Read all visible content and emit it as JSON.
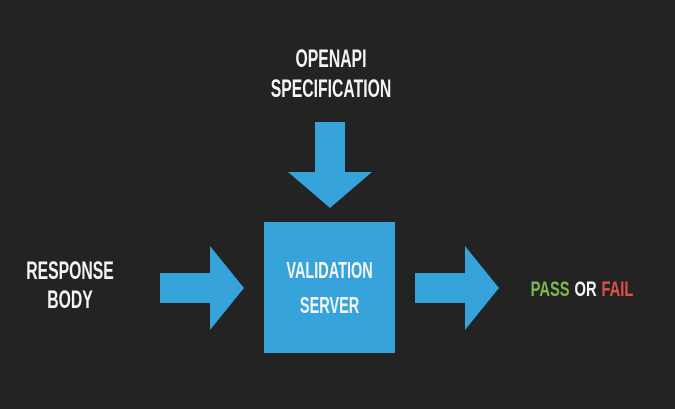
{
  "diagram": {
    "openapi_spec": {
      "line1": "OPENAPI",
      "line2": "SPECIFICATION"
    },
    "response_body": {
      "line1": "RESPONSE",
      "line2": "BODY"
    },
    "validation_server": {
      "line1": "VALIDATION",
      "line2": "SERVER"
    },
    "result": {
      "pass": "PASS",
      "or": "OR",
      "fail": "FAIL"
    }
  },
  "colors": {
    "background": "#232323",
    "blue": "#36a3db",
    "white": "#f4f4f4",
    "green": "#7cb950",
    "red": "#df5342"
  }
}
